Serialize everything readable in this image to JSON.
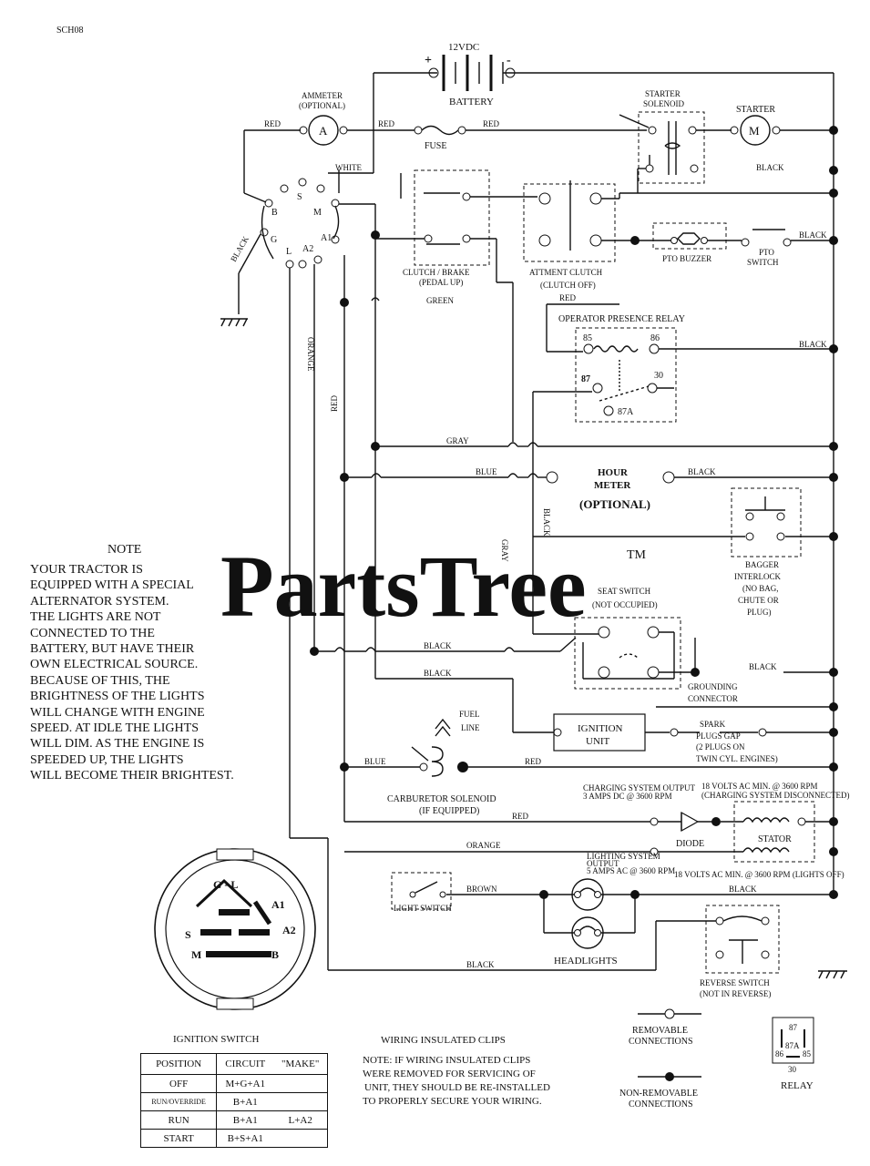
{
  "doc_code": "SCH08",
  "watermark": {
    "brand": "PartsTree",
    "tm": "TM"
  },
  "labels": {
    "battery_voltage": "12VDC",
    "battery": "BATTERY",
    "plus": "+",
    "minus": "-",
    "ammeter": "AMMETER",
    "ammeter_optional": "(OPTIONAL)",
    "ammeter_letter": "A",
    "fuse": "FUSE",
    "starter_solenoid_1": "STARTER",
    "starter_solenoid_2": "SOLENOID",
    "starter": "STARTER",
    "starter_letter": "M",
    "clutch_brake_1": "CLUTCH / BRAKE",
    "clutch_brake_2": "(PEDAL UP)",
    "attment_clutch_1": "ATTMENT CLUTCH",
    "attment_clutch_2": "(CLUTCH OFF)",
    "pto_buzzer": "PTO BUZZER",
    "pto_switch_1": "PTO",
    "pto_switch_2": "SWITCH",
    "opr_relay": "OPERATOR PRESENCE RELAY",
    "pin85": "85",
    "pin86": "86",
    "pin87": "87",
    "pin30": "30",
    "pin87a": "87A",
    "hour_meter_1": "HOUR",
    "hour_meter_2": "METER",
    "hour_meter_3": "(OPTIONAL)",
    "bagger_1": "BAGGER",
    "bagger_2": "INTERLOCK",
    "bagger_3": "(NO BAG,",
    "bagger_4": "CHUTE OR",
    "bagger_5": "PLUG)",
    "seat_switch_1": "SEAT SWITCH",
    "seat_switch_2": "(NOT OCCUPIED)",
    "grounding_1": "GROUNDING",
    "grounding_2": "CONNECTOR",
    "fuel_line_1": "FUEL",
    "fuel_line_2": "LINE",
    "ignition_unit_1": "IGNITION",
    "ignition_unit_2": "UNIT",
    "spark_1": "SPARK",
    "spark_2": "PLUGS GAP",
    "spark_3": "(2 PLUGS ON",
    "spark_4": "TWIN CYL. ENGINES)",
    "carb_1": "CARBURETOR SOLENOID",
    "carb_2": "(IF EQUIPPED)",
    "charging_1": "CHARGING SYSTEM OUTPUT",
    "charging_2": "3 AMPS DC @ 3600 RPM",
    "stator_volts_1": "18 VOLTS AC MIN. @ 3600 RPM",
    "stator_volts_2": "(CHARGING SYSTEM DISCONNECTED)",
    "diode": "DIODE",
    "stator": "STATOR",
    "lighting_1": "LIGHTING SYSTEM",
    "lighting_2": "OUTPUT",
    "lighting_3": "5 AMPS AC @ 3600 RPM",
    "lighting_volts": "18 VOLTS AC MIN. @ 3600 RPM (LIGHTS OFF)",
    "light_switch": "LIGHT SWITCH",
    "headlights": "HEADLIGHTS",
    "reverse_1": "REVERSE SWITCH",
    "reverse_2": "(NOT IN REVERSE)",
    "ignition_switch": "IGNITION SWITCH",
    "wiring_clips": "WIRING INSULATED CLIPS",
    "removable_1": "REMOVABLE",
    "removable_2": "CONNECTIONS",
    "nonremovable_1": "NON-REMOVABLE",
    "nonremovable_2": "CONNECTIONS",
    "relay": "RELAY",
    "relay_86": "86",
    "relay_87": "87",
    "relay_87a": "87A",
    "relay_85": "85",
    "relay_30": "30"
  },
  "switch_terminals": {
    "b": "B",
    "s": "S",
    "m": "M",
    "g": "G",
    "l": "L",
    "a2": "A2",
    "a1": "A1"
  },
  "ignition_face": {
    "g_l": "G - L",
    "a1": "A1",
    "a2": "A2",
    "s": "S",
    "m": "M",
    "b": "B"
  },
  "wires": {
    "red": "RED",
    "white": "WHITE",
    "black": "BLACK",
    "green": "GREEN",
    "orange": "ORANGE",
    "gray": "GRAY",
    "blue": "BLUE",
    "brown": "BROWN"
  },
  "note": {
    "title": "NOTE",
    "body": "YOUR TRACTOR IS\nEQUIPPED WITH A SPECIAL\nALTERNATOR SYSTEM.\nTHE LIGHTS ARE NOT\nCONNECTED TO THE\nBATTERY, BUT HAVE THEIR\nOWN ELECTRICAL SOURCE.\nBECAUSE OF THIS, THE\nBRIGHTNESS OF THE LIGHTS\nWILL CHANGE WITH ENGINE\nSPEED.  AT IDLE THE LIGHTS\nWILL DIM.  AS THE ENGINE IS\nSPEEDED UP, THE LIGHTS\nWILL BECOME THEIR BRIGHTEST."
  },
  "clips_note": {
    "line1": "NOTE:  IF WIRING INSULATED CLIPS",
    "line2": "WERE REMOVED FOR SERVICING OF",
    "line3": "UNIT, THEY SHOULD BE RE-INSTALLED",
    "line4": "TO PROPERLY SECURE YOUR WIRING."
  },
  "ignition_table": {
    "headers": [
      "POSITION",
      "CIRCUIT",
      "\"MAKE\""
    ],
    "rows": [
      {
        "position": "OFF",
        "circuit": "M+G+A1",
        "make": ""
      },
      {
        "position": "RUN/OVERRIDE",
        "circuit": "B+A1",
        "make": ""
      },
      {
        "position": "RUN",
        "circuit": "B+A1",
        "make": "L+A2"
      },
      {
        "position": "START",
        "circuit": "B+S+A1",
        "make": ""
      }
    ]
  }
}
